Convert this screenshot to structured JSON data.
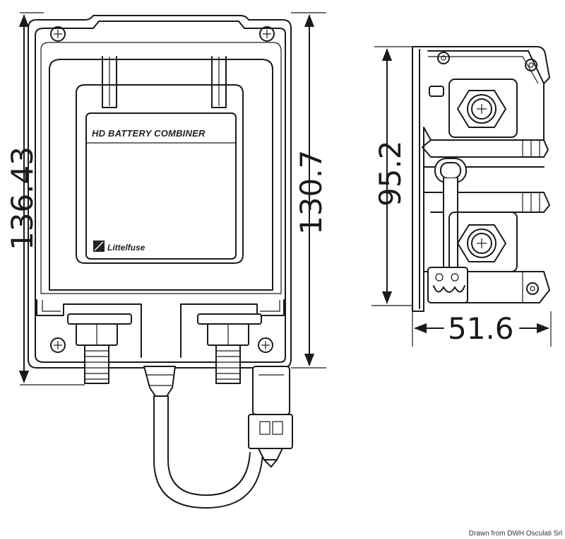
{
  "labels": {
    "product": "HD BATTERY COMBINER",
    "brand": "Littelfuse"
  },
  "dimensions": {
    "overall_height": "136.43",
    "body_height": "130.7",
    "side_height": "95.2",
    "side_width": "51.6"
  },
  "credit": "Drawn from DWH Osculati Srl"
}
